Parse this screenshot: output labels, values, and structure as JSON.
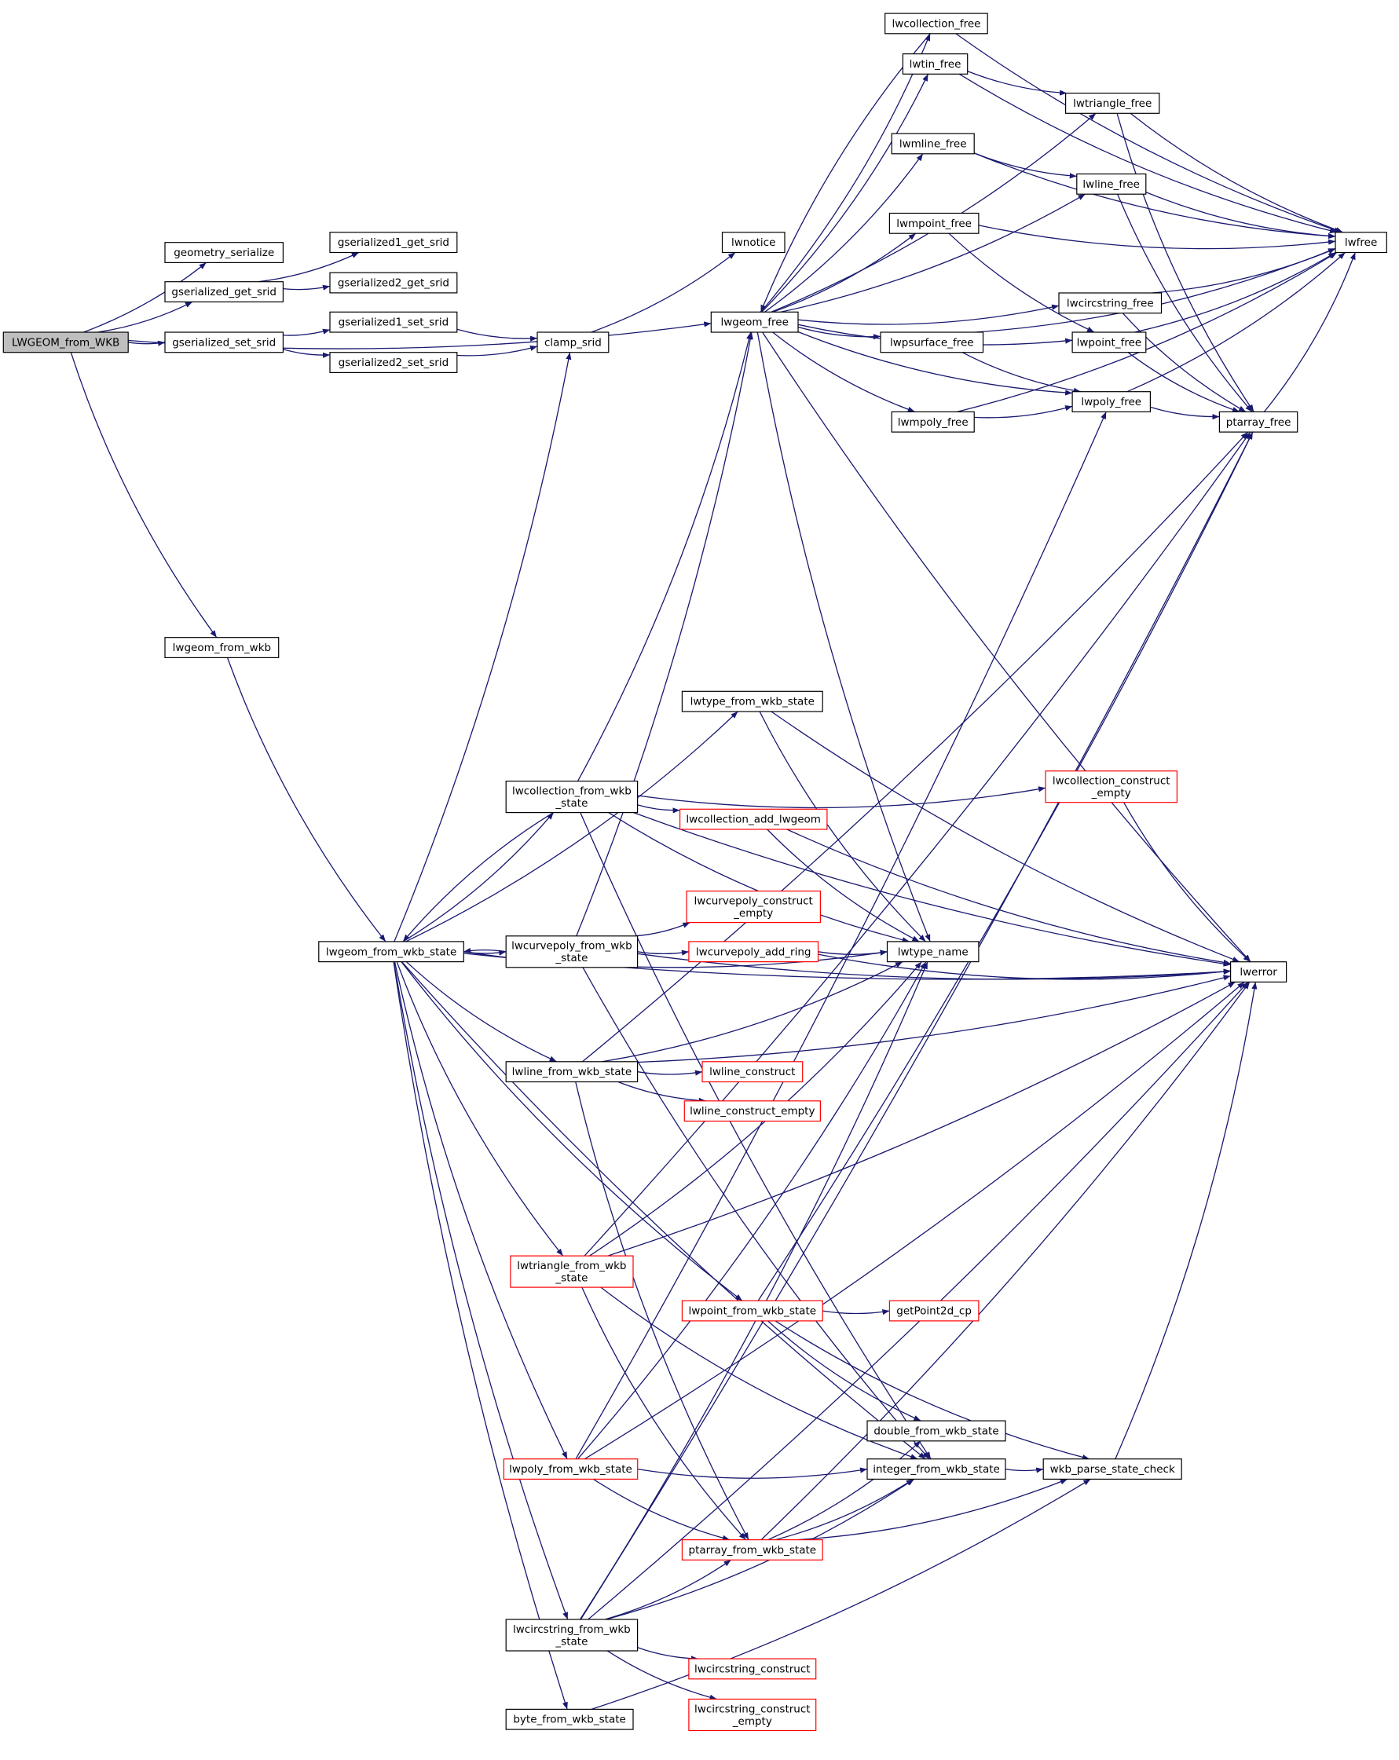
{
  "colors": {
    "edge": "#191970",
    "node_border_normal": "#000000",
    "node_border_truncated": "#ff0000",
    "root_fill": "#bfbfbf",
    "node_fill": "#ffffff"
  },
  "nodes": {
    "LWGEOM_from_WKB": {
      "lines": [
        "LWGEOM_from_WKB"
      ],
      "kind": "root"
    },
    "geometry_serialize": {
      "lines": [
        "geometry_serialize"
      ],
      "kind": "normal"
    },
    "gserialized_get_srid": {
      "lines": [
        "gserialized_get_srid"
      ],
      "kind": "normal"
    },
    "gserialized_set_srid": {
      "lines": [
        "gserialized_set_srid"
      ],
      "kind": "normal"
    },
    "lwgeom_from_wkb": {
      "lines": [
        "lwgeom_from_wkb"
      ],
      "kind": "normal"
    },
    "gserialized1_get_srid": {
      "lines": [
        "gserialized1_get_srid"
      ],
      "kind": "normal"
    },
    "gserialized2_get_srid": {
      "lines": [
        "gserialized2_get_srid"
      ],
      "kind": "normal"
    },
    "gserialized1_set_srid": {
      "lines": [
        "gserialized1_set_srid"
      ],
      "kind": "normal"
    },
    "gserialized2_set_srid": {
      "lines": [
        "gserialized2_set_srid"
      ],
      "kind": "normal"
    },
    "clamp_srid": {
      "lines": [
        "clamp_srid"
      ],
      "kind": "normal"
    },
    "lwnotice": {
      "lines": [
        "lwnotice"
      ],
      "kind": "normal"
    },
    "lwgeom_free": {
      "lines": [
        "lwgeom_free"
      ],
      "kind": "normal"
    },
    "lwcollection_free": {
      "lines": [
        "lwcollection_free"
      ],
      "kind": "normal"
    },
    "lwtin_free": {
      "lines": [
        "lwtin_free"
      ],
      "kind": "normal"
    },
    "lwtriangle_free": {
      "lines": [
        "lwtriangle_free"
      ],
      "kind": "normal"
    },
    "lwmline_free": {
      "lines": [
        "lwmline_free"
      ],
      "kind": "normal"
    },
    "lwline_free": {
      "lines": [
        "lwline_free"
      ],
      "kind": "normal"
    },
    "lwmpoint_free": {
      "lines": [
        "lwmpoint_free"
      ],
      "kind": "normal"
    },
    "lwfree": {
      "lines": [
        "lwfree"
      ],
      "kind": "normal"
    },
    "lwcircstring_free": {
      "lines": [
        "lwcircstring_free"
      ],
      "kind": "normal"
    },
    "lwpoint_free": {
      "lines": [
        "lwpoint_free"
      ],
      "kind": "normal"
    },
    "lwpsurface_free": {
      "lines": [
        "lwpsurface_free"
      ],
      "kind": "normal"
    },
    "lwpoly_free": {
      "lines": [
        "lwpoly_free"
      ],
      "kind": "normal"
    },
    "lwmpoly_free": {
      "lines": [
        "lwmpoly_free"
      ],
      "kind": "normal"
    },
    "ptarray_free": {
      "lines": [
        "ptarray_free"
      ],
      "kind": "normal"
    },
    "lwtype_from_wkb_state": {
      "lines": [
        "lwtype_from_wkb_state"
      ],
      "kind": "normal"
    },
    "lwcollection_from_wkb_state": {
      "lines": [
        "lwcollection_from_wkb",
        "_state"
      ],
      "kind": "normal"
    },
    "lwcollection_construct_empty": {
      "lines": [
        "lwcollection_construct",
        "_empty"
      ],
      "kind": "truncated"
    },
    "lwcollection_add_lwgeom": {
      "lines": [
        "lwcollection_add_lwgeom"
      ],
      "kind": "truncated"
    },
    "lwcurvepoly_construct_empty": {
      "lines": [
        "lwcurvepoly_construct",
        "_empty"
      ],
      "kind": "truncated"
    },
    "lwgeom_from_wkb_state": {
      "lines": [
        "lwgeom_from_wkb_state"
      ],
      "kind": "normal"
    },
    "lwcurvepoly_from_wkb_state": {
      "lines": [
        "lwcurvepoly_from_wkb",
        "_state"
      ],
      "kind": "normal"
    },
    "lwcurvepoly_add_ring": {
      "lines": [
        "lwcurvepoly_add_ring"
      ],
      "kind": "truncated"
    },
    "lwtype_name": {
      "lines": [
        "lwtype_name"
      ],
      "kind": "normal"
    },
    "lwerror": {
      "lines": [
        "lwerror"
      ],
      "kind": "normal"
    },
    "lwline_from_wkb_state": {
      "lines": [
        "lwline_from_wkb_state"
      ],
      "kind": "normal"
    },
    "lwline_construct": {
      "lines": [
        "lwline_construct"
      ],
      "kind": "truncated"
    },
    "lwline_construct_empty": {
      "lines": [
        "lwline_construct_empty"
      ],
      "kind": "truncated"
    },
    "lwtriangle_from_wkb_state": {
      "lines": [
        "lwtriangle_from_wkb",
        "_state"
      ],
      "kind": "truncated"
    },
    "lwpoint_from_wkb_state": {
      "lines": [
        "lwpoint_from_wkb_state"
      ],
      "kind": "truncated"
    },
    "getPoint2d_cp": {
      "lines": [
        "getPoint2d_cp"
      ],
      "kind": "truncated"
    },
    "double_from_wkb_state": {
      "lines": [
        "double_from_wkb_state"
      ],
      "kind": "normal"
    },
    "integer_from_wkb_state": {
      "lines": [
        "integer_from_wkb_state"
      ],
      "kind": "normal"
    },
    "wkb_parse_state_check": {
      "lines": [
        "wkb_parse_state_check"
      ],
      "kind": "normal"
    },
    "lwpoly_from_wkb_state": {
      "lines": [
        "lwpoly_from_wkb_state"
      ],
      "kind": "truncated"
    },
    "ptarray_from_wkb_state": {
      "lines": [
        "ptarray_from_wkb_state"
      ],
      "kind": "truncated"
    },
    "lwcircstring_from_wkb_state": {
      "lines": [
        "lwcircstring_from_wkb",
        "_state"
      ],
      "kind": "normal"
    },
    "lwcircstring_construct": {
      "lines": [
        "lwcircstring_construct"
      ],
      "kind": "truncated"
    },
    "lwcircstring_construct_empty": {
      "lines": [
        "lwcircstring_construct",
        "_empty"
      ],
      "kind": "truncated"
    },
    "byte_from_wkb_state": {
      "lines": [
        "byte_from_wkb_state"
      ],
      "kind": "normal"
    }
  },
  "edges": [
    [
      "LWGEOM_from_WKB",
      "geometry_serialize"
    ],
    [
      "LWGEOM_from_WKB",
      "gserialized_get_srid"
    ],
    [
      "LWGEOM_from_WKB",
      "gserialized_set_srid"
    ],
    [
      "LWGEOM_from_WKB",
      "lwgeom_free"
    ],
    [
      "LWGEOM_from_WKB",
      "lwgeom_from_wkb"
    ],
    [
      "gserialized_get_srid",
      "gserialized1_get_srid"
    ],
    [
      "gserialized_get_srid",
      "gserialized2_get_srid"
    ],
    [
      "gserialized_set_srid",
      "gserialized1_set_srid"
    ],
    [
      "gserialized_set_srid",
      "gserialized2_set_srid"
    ],
    [
      "gserialized1_set_srid",
      "clamp_srid"
    ],
    [
      "gserialized2_set_srid",
      "clamp_srid"
    ],
    [
      "clamp_srid",
      "lwnotice"
    ],
    [
      "lwgeom_from_wkb",
      "lwgeom_from_wkb_state"
    ],
    [
      "lwgeom_free",
      "lwcollection_free"
    ],
    [
      "lwgeom_free",
      "lwtin_free"
    ],
    [
      "lwgeom_free",
      "lwmline_free"
    ],
    [
      "lwgeom_free",
      "lwline_free"
    ],
    [
      "lwgeom_free",
      "lwmpoint_free"
    ],
    [
      "lwgeom_free",
      "lwcircstring_free"
    ],
    [
      "lwgeom_free",
      "lwpoint_free"
    ],
    [
      "lwgeom_free",
      "lwpsurface_free"
    ],
    [
      "lwgeom_free",
      "lwpoly_free"
    ],
    [
      "lwgeom_free",
      "lwmpoly_free"
    ],
    [
      "lwgeom_free",
      "lwtriangle_free"
    ],
    [
      "lwgeom_free",
      "lwtype_name"
    ],
    [
      "lwgeom_free",
      "lwerror"
    ],
    [
      "lwcollection_free",
      "lwgeom_free"
    ],
    [
      "lwcollection_free",
      "lwfree"
    ],
    [
      "lwtin_free",
      "lwtriangle_free"
    ],
    [
      "lwtin_free",
      "lwfree"
    ],
    [
      "lwtriangle_free",
      "ptarray_free"
    ],
    [
      "lwtriangle_free",
      "lwfree"
    ],
    [
      "lwmline_free",
      "lwline_free"
    ],
    [
      "lwmline_free",
      "lwfree"
    ],
    [
      "lwline_free",
      "ptarray_free"
    ],
    [
      "lwline_free",
      "lwfree"
    ],
    [
      "lwmpoint_free",
      "lwpoint_free"
    ],
    [
      "lwmpoint_free",
      "lwfree"
    ],
    [
      "lwcircstring_free",
      "ptarray_free"
    ],
    [
      "lwcircstring_free",
      "lwfree"
    ],
    [
      "lwpoint_free",
      "ptarray_free"
    ],
    [
      "lwpoint_free",
      "lwfree"
    ],
    [
      "lwpsurface_free",
      "lwpoly_free"
    ],
    [
      "lwpsurface_free",
      "lwfree"
    ],
    [
      "lwpoly_free",
      "ptarray_free"
    ],
    [
      "lwpoly_free",
      "lwfree"
    ],
    [
      "lwmpoly_free",
      "lwpoly_free"
    ],
    [
      "lwmpoly_free",
      "lwfree"
    ],
    [
      "ptarray_free",
      "lwfree"
    ],
    [
      "lwgeom_from_wkb_state",
      "clamp_srid"
    ],
    [
      "lwgeom_from_wkb_state",
      "lwtype_from_wkb_state"
    ],
    [
      "lwgeom_from_wkb_state",
      "lwcollection_from_wkb_state"
    ],
    [
      "lwgeom_from_wkb_state",
      "lwcurvepoly_from_wkb_state"
    ],
    [
      "lwgeom_from_wkb_state",
      "lwline_from_wkb_state"
    ],
    [
      "lwgeom_from_wkb_state",
      "lwtriangle_from_wkb_state"
    ],
    [
      "lwgeom_from_wkb_state",
      "lwpoint_from_wkb_state"
    ],
    [
      "lwgeom_from_wkb_state",
      "lwpoly_from_wkb_state"
    ],
    [
      "lwgeom_from_wkb_state",
      "lwcircstring_from_wkb_state"
    ],
    [
      "lwgeom_from_wkb_state",
      "byte_from_wkb_state"
    ],
    [
      "lwgeom_from_wkb_state",
      "integer_from_wkb_state"
    ],
    [
      "lwgeom_from_wkb_state",
      "lwtype_name"
    ],
    [
      "lwgeom_from_wkb_state",
      "lwerror"
    ],
    [
      "lwtype_from_wkb_state",
      "lwtype_name"
    ],
    [
      "lwtype_from_wkb_state",
      "lwerror"
    ],
    [
      "lwcollection_from_wkb_state",
      "lwgeom_from_wkb_state"
    ],
    [
      "lwcollection_from_wkb_state",
      "lwcollection_construct_empty"
    ],
    [
      "lwcollection_from_wkb_state",
      "lwcollection_add_lwgeom"
    ],
    [
      "lwcollection_from_wkb_state",
      "lwgeom_free"
    ],
    [
      "lwcollection_from_wkb_state",
      "lwerror"
    ],
    [
      "lwcollection_from_wkb_state",
      "integer_from_wkb_state"
    ],
    [
      "lwcollection_from_wkb_state",
      "lwtype_name"
    ],
    [
      "lwcollection_construct_empty",
      "lwerror"
    ],
    [
      "lwcollection_add_lwgeom",
      "lwerror"
    ],
    [
      "lwcollection_add_lwgeom",
      "lwtype_name"
    ],
    [
      "lwcurvepoly_from_wkb_state",
      "lwgeom_from_wkb_state"
    ],
    [
      "lwcurvepoly_from_wkb_state",
      "lwcurvepoly_construct_empty"
    ],
    [
      "lwcurvepoly_from_wkb_state",
      "lwcurvepoly_add_ring"
    ],
    [
      "lwcurvepoly_from_wkb_state",
      "lwgeom_free"
    ],
    [
      "lwcurvepoly_from_wkb_state",
      "lwerror"
    ],
    [
      "lwcurvepoly_from_wkb_state",
      "integer_from_wkb_state"
    ],
    [
      "lwcurvepoly_add_ring",
      "lwtype_name"
    ],
    [
      "lwcurvepoly_add_ring",
      "lwerror"
    ],
    [
      "lwline_from_wkb_state",
      "lwline_construct"
    ],
    [
      "lwline_from_wkb_state",
      "lwline_construct_empty"
    ],
    [
      "lwline_from_wkb_state",
      "ptarray_from_wkb_state"
    ],
    [
      "lwline_from_wkb_state",
      "ptarray_free"
    ],
    [
      "lwline_from_wkb_state",
      "lwtype_name"
    ],
    [
      "lwline_from_wkb_state",
      "lwerror"
    ],
    [
      "lwtriangle_from_wkb_state",
      "ptarray_from_wkb_state"
    ],
    [
      "lwtriangle_from_wkb_state",
      "ptarray_free"
    ],
    [
      "lwtriangle_from_wkb_state",
      "integer_from_wkb_state"
    ],
    [
      "lwtriangle_from_wkb_state",
      "lwtype_name"
    ],
    [
      "lwtriangle_from_wkb_state",
      "lwerror"
    ],
    [
      "lwpoint_from_wkb_state",
      "getPoint2d_cp"
    ],
    [
      "lwpoint_from_wkb_state",
      "double_from_wkb_state"
    ],
    [
      "lwpoint_from_wkb_state",
      "wkb_parse_state_check"
    ],
    [
      "lwpoint_from_wkb_state",
      "ptarray_free"
    ],
    [
      "lwpoly_from_wkb_state",
      "ptarray_from_wkb_state"
    ],
    [
      "lwpoly_from_wkb_state",
      "integer_from_wkb_state"
    ],
    [
      "lwpoly_from_wkb_state",
      "lwpoly_free"
    ],
    [
      "lwpoly_from_wkb_state",
      "lwtype_name"
    ],
    [
      "lwpoly_from_wkb_state",
      "lwerror"
    ],
    [
      "ptarray_from_wkb_state",
      "integer_from_wkb_state"
    ],
    [
      "ptarray_from_wkb_state",
      "double_from_wkb_state"
    ],
    [
      "ptarray_from_wkb_state",
      "wkb_parse_state_check"
    ],
    [
      "ptarray_from_wkb_state",
      "lwerror"
    ],
    [
      "integer_from_wkb_state",
      "wkb_parse_state_check"
    ],
    [
      "wkb_parse_state_check",
      "lwerror"
    ],
    [
      "lwcircstring_from_wkb_state",
      "lwcircstring_construct"
    ],
    [
      "lwcircstring_from_wkb_state",
      "lwcircstring_construct_empty"
    ],
    [
      "lwcircstring_from_wkb_state",
      "ptarray_from_wkb_state"
    ],
    [
      "lwcircstring_from_wkb_state",
      "integer_from_wkb_state"
    ],
    [
      "lwcircstring_from_wkb_state",
      "ptarray_free"
    ],
    [
      "lwcircstring_from_wkb_state",
      "lwtype_name"
    ],
    [
      "lwcircstring_from_wkb_state",
      "lwerror"
    ],
    [
      "byte_from_wkb_state",
      "wkb_parse_state_check"
    ]
  ]
}
